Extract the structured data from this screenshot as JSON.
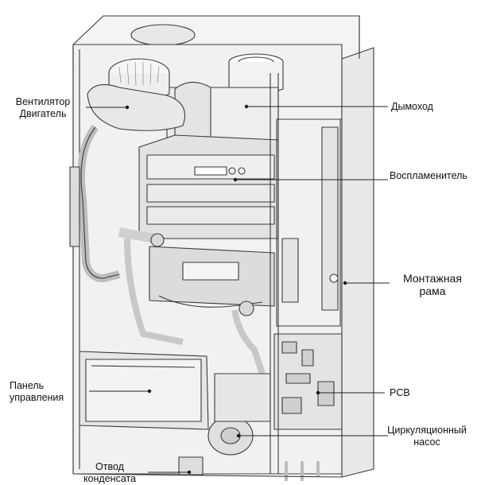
{
  "labels": {
    "fan_line1": "Вентилятор",
    "fan_line2": "Двигатель",
    "flue": "Дымоход",
    "igniter": "Воспламенитель",
    "frame_line1": "Монтажная",
    "frame_line2": "рама",
    "control_line1": "Панель",
    "control_line2": "управления",
    "pcb": "PCB",
    "pump_line1": "Циркуляционный",
    "pump_line2": "насос",
    "drain_line1": "Отвод",
    "drain_line2": "конденсата"
  },
  "colors": {
    "line": "#3a3a3a",
    "panel": "#e6e6e6",
    "leader": "#222222"
  }
}
